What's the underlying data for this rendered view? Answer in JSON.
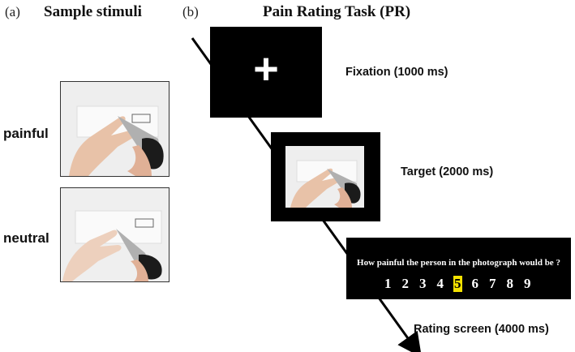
{
  "panel_a": {
    "label": "(a)",
    "title": "Sample stimuli",
    "conditions": [
      "painful",
      "neutral"
    ]
  },
  "panel_b": {
    "label": "(b)",
    "title": "Pain Rating Task (PR)",
    "fixation": {
      "symbol": "+",
      "label": "Fixation (1000 ms)"
    },
    "target": {
      "label": "Target (2000 ms)"
    },
    "rating": {
      "question": "How painful the person in the photograph would be ?",
      "scale": [
        "1",
        "2",
        "3",
        "4",
        "5",
        "6",
        "7",
        "8",
        "9"
      ],
      "selected": "5",
      "label": "Rating screen (4000 ms)"
    }
  },
  "colors": {
    "highlight": "#f3e100",
    "screen": "#000000"
  }
}
